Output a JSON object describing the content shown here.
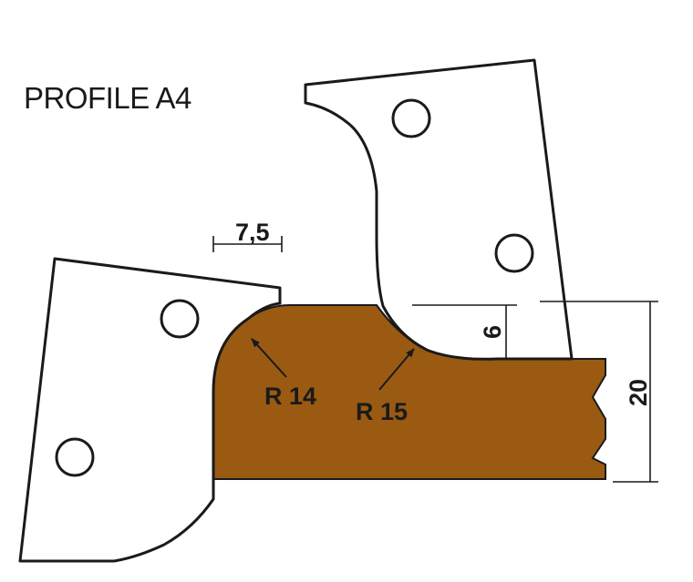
{
  "title": "PROFILE A4",
  "colors": {
    "workpiece": "#9a5a12",
    "outline": "#1a1a1a",
    "background": "#ffffff"
  },
  "dimensions": {
    "width_step": "7,5",
    "height_step": "6",
    "height_total": "20"
  },
  "radii": {
    "r1": "R 14",
    "r2": "R 15"
  }
}
